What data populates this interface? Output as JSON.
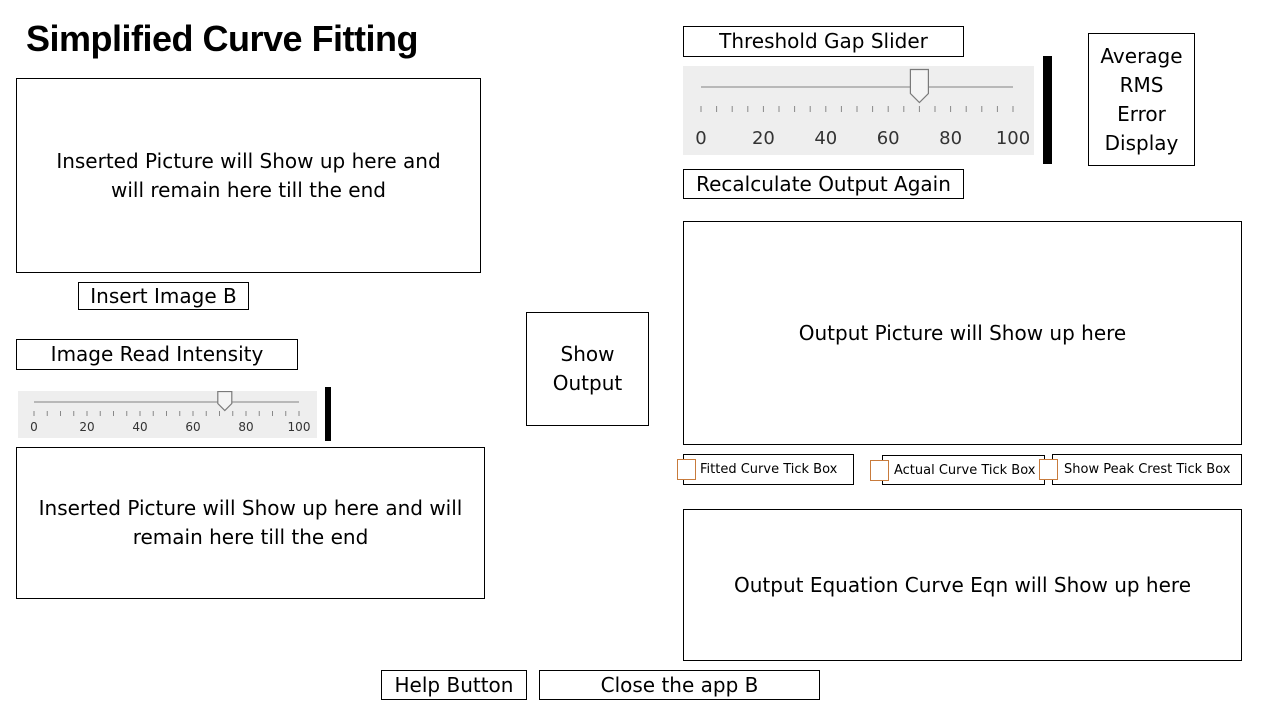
{
  "app": {
    "title": "Simplified Curve Fitting"
  },
  "left": {
    "picture_a_text": "Inserted Picture will Show up here and will remain here till the end",
    "insert_image_label": "Insert Image B",
    "intensity_label": "Image Read Intensity",
    "intensity_slider": {
      "min": 0,
      "max": 100,
      "value": 72,
      "tick_labels": [
        "0",
        "20",
        "40",
        "60",
        "80",
        "100"
      ]
    },
    "picture_b_text": "Inserted Picture will Show up here and will remain here till the end"
  },
  "center": {
    "show_output_label": "Show Output"
  },
  "right": {
    "threshold_label": "Threshold Gap Slider",
    "threshold_slider": {
      "min": 0,
      "max": 100,
      "value": 70,
      "tick_labels": [
        "0",
        "20",
        "40",
        "60",
        "80",
        "100"
      ]
    },
    "rms_display_text": "Average RMS Error Display",
    "recalculate_label": "Recalculate Output Again",
    "output_picture_text": "Output Picture will Show up here",
    "checkboxes": [
      {
        "label": "Fitted Curve Tick Box",
        "checked": false
      },
      {
        "label": "Actual Curve Tick Box",
        "checked": false
      },
      {
        "label": "Show Peak Crest Tick Box",
        "checked": false
      }
    ],
    "equation_text": "Output Equation Curve Eqn will Show up here"
  },
  "footer": {
    "help_label": "Help Button",
    "close_label": "Close the app B"
  }
}
